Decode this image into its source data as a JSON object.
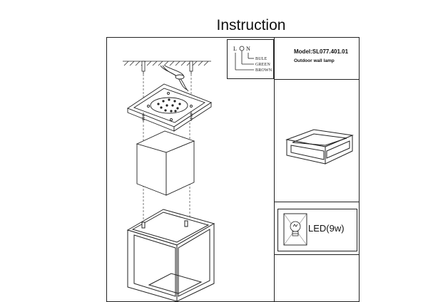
{
  "page": {
    "title": "Instruction"
  },
  "info_panel": {
    "model": "Model:SL077.401.01",
    "description": "Outdoor wall lamp"
  },
  "wiring": {
    "terminals": [
      "L",
      "N"
    ],
    "wires": [
      "BULE",
      "GREEN",
      "BROWN"
    ]
  },
  "bulb": {
    "label": "LED(9w)"
  },
  "colors": {
    "line": "#222222",
    "background": "#ffffff"
  }
}
